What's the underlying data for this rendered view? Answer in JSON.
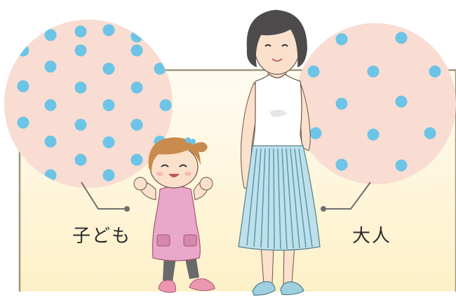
{
  "labels": {
    "child": "子ども",
    "adult": "大人"
  },
  "colors": {
    "panel_fill_top": "#fffaf0",
    "panel_fill_bottom": "#fdf0c8",
    "panel_border": "#9c9679",
    "circle_fill": "#f9dcd2",
    "dot": "#6cc4e6",
    "pointer_line": "#6f6f6f",
    "skin": "#fbe1cc",
    "hair_child": "#c98a4e",
    "hair_adult": "#4d4b4c",
    "dress_child": "#e9a7c9",
    "leggings": "#6a6a6a",
    "shoes_child": "#ec97b2",
    "top_adult": "#ffffff",
    "skirt_adult": "#bfe0ea",
    "skirt_stripe": "#5a9eb2",
    "sandals": "#9fcfe0"
  },
  "icons": {
    "child": "child-figure",
    "adult": "woman-figure",
    "child_skin_magnifier": "dotted-circle-small-pores",
    "adult_skin_magnifier": "dotted-circle-large-pores"
  }
}
